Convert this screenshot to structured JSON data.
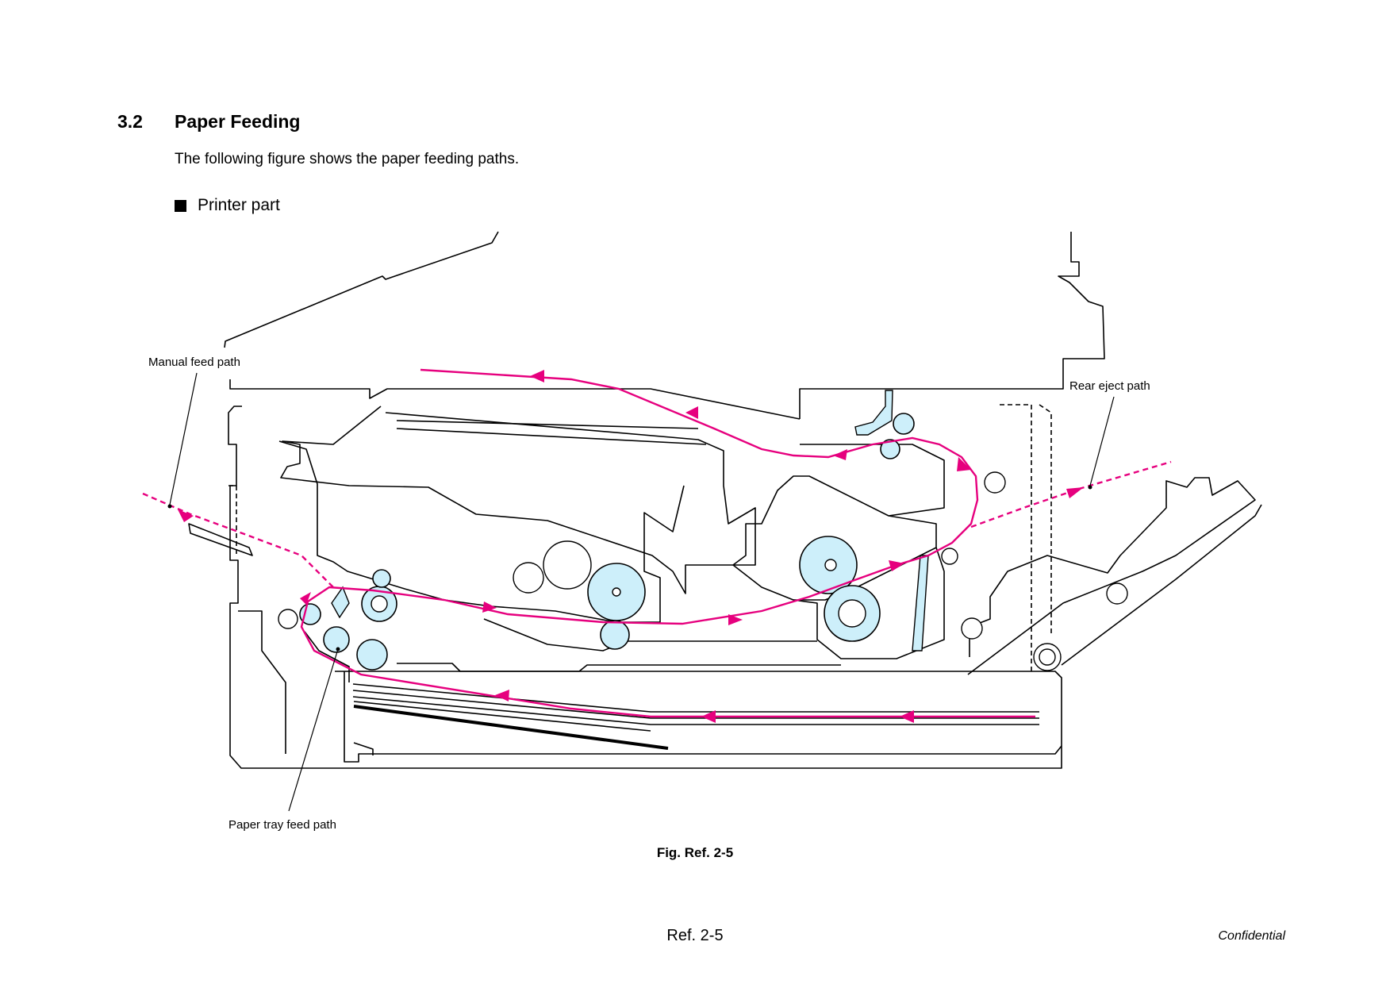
{
  "section": {
    "number": "3.2",
    "title": "Paper Feeding"
  },
  "intro": "The following figure shows the paper feeding paths.",
  "subheading": "Printer part",
  "callouts": {
    "manual": "Manual feed path",
    "rear": "Rear eject path",
    "tray": "Paper tray feed path"
  },
  "caption": "Fig. Ref. 2-5",
  "footer": {
    "page_ref": "Ref. 2-5",
    "confidential": "Confidential"
  },
  "colors": {
    "path": "#e6007e",
    "roller": "#cdeffa",
    "outline": "#000000"
  }
}
